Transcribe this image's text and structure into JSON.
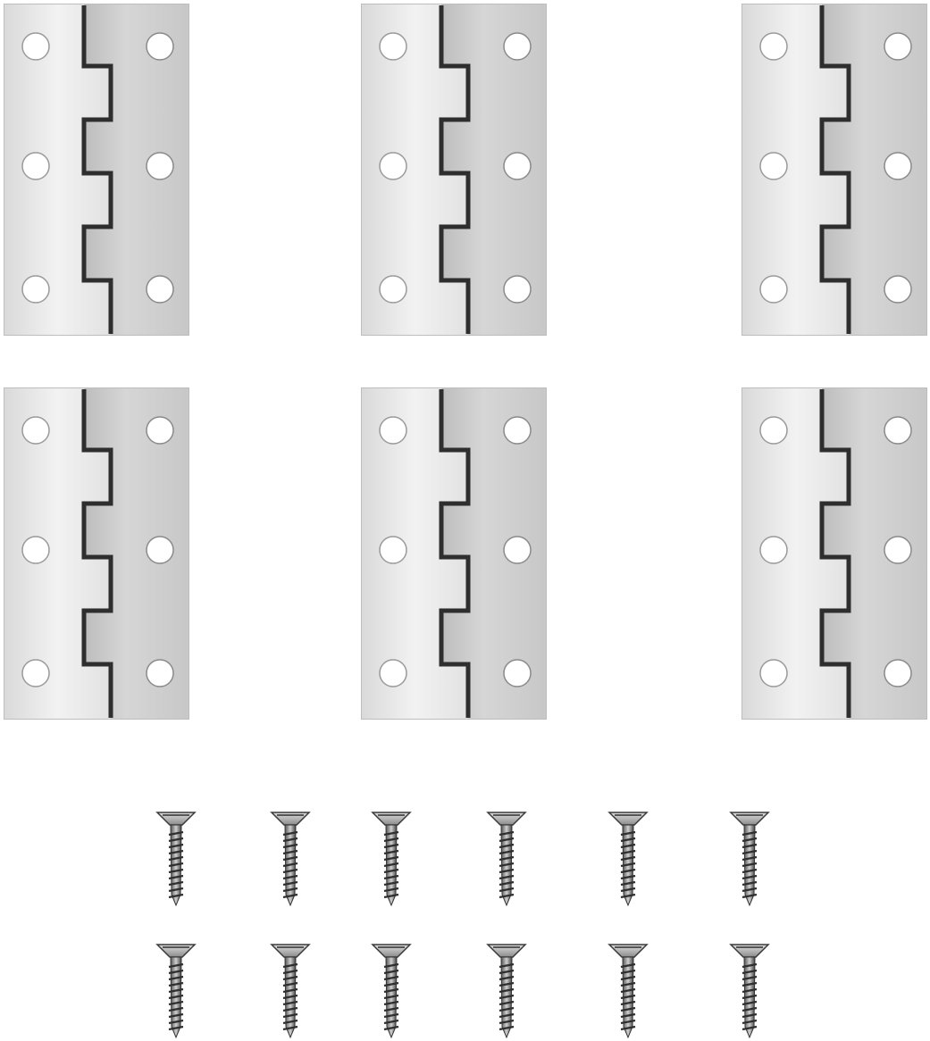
{
  "image": {
    "background": "#ffffff",
    "subject": "hinges-and-screws"
  },
  "hinges": {
    "rows": 2,
    "columns": 3,
    "count": 6,
    "holes_per_leaf": 3,
    "metal_colors": {
      "left_leaf": "#e6e6e6",
      "right_leaf": "#cfcfcf",
      "knuckle_shadow": "#2e2e2e",
      "hole": "#ffffff"
    }
  },
  "screws": {
    "rows": 2,
    "per_row": 6,
    "count": 12,
    "colors": {
      "head": "#b8b8b8",
      "shaft": "#7a7a7a",
      "thread": "#2f2f2f"
    }
  }
}
